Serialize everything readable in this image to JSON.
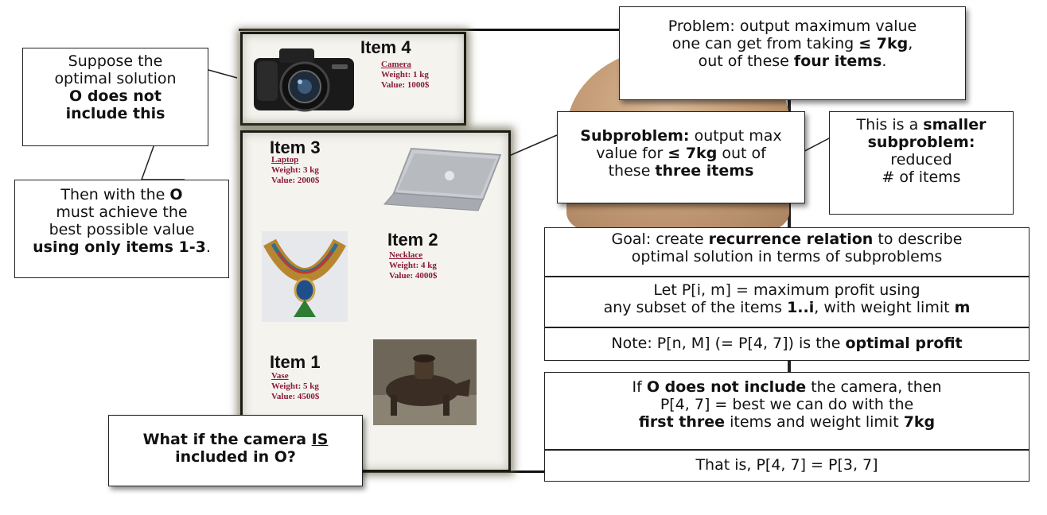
{
  "items": {
    "item4": {
      "title": "Item 4",
      "name": "Camera",
      "weight": "Weight: 1 kg",
      "value": "Value: 1000$"
    },
    "item3": {
      "title": "Item 3",
      "name": "Laptop",
      "weight": "Weight: 3 kg",
      "value": "Value: 2000$"
    },
    "item2": {
      "title": "Item 2",
      "name": "Necklace",
      "weight": "Weight: 4 kg",
      "value": "Value: 4000$"
    },
    "item1": {
      "title": "Item 1",
      "name": "Vase",
      "weight": "Weight: 5 kg",
      "value": "Value: 4500$"
    }
  },
  "callouts": {
    "suppose": {
      "l1": "Suppose the",
      "l2": "optimal solution",
      "l3": "O does not",
      "l4": "include this"
    },
    "then": {
      "p1": "Then with the ",
      "b1": "O",
      "l2": "must achieve the",
      "l3": "best possible value",
      "b2": "using only items 1-3",
      "p2": "."
    },
    "problem": {
      "l1": "Problem: output maximum value",
      "p1": "one can get from taking ",
      "b1": "≤ 7kg",
      "p2": ",",
      "p3": "out of these ",
      "b2": "four items",
      "p4": "."
    },
    "subproblem": {
      "b1": "Subproblem:",
      "p1": " output max",
      "p2": "value for ",
      "b2": "≤ 7kg",
      "p3": " out of",
      "p4": "these ",
      "b3": "three items"
    },
    "smaller": {
      "p1": "This is a ",
      "b1": "smaller",
      "b2": "subproblem:",
      "l3": "reduced",
      "l4": "# of items"
    },
    "question": {
      "p1": "What if the camera ",
      "u1": "IS",
      "l2": "included in O?"
    }
  },
  "notes": {
    "goal": {
      "p1": "Goal: create ",
      "b1": "recurrence relation",
      "p2": " to describe",
      "l2": "optimal solution in terms of subproblems"
    },
    "let": {
      "l1": "Let P[i, m] = maximum profit using",
      "p1": "any subset of the items ",
      "b1": "1..i",
      "p2": ", with weight limit ",
      "b2": "m"
    },
    "note": {
      "p1": "Note: P[n, M]  (= P[4, 7]) is the ",
      "b1": "optimal profit"
    },
    "if": {
      "p1": "If ",
      "b1": "O does not include",
      "p2": " the camera, then",
      "l2": "P[4, 7] = best we can do with the",
      "b2": "first three",
      "p3": " items and weight limit ",
      "b3": "7kg"
    },
    "thatis": {
      "l1": "That is, P[4, 7] = P[3, 7]"
    }
  }
}
